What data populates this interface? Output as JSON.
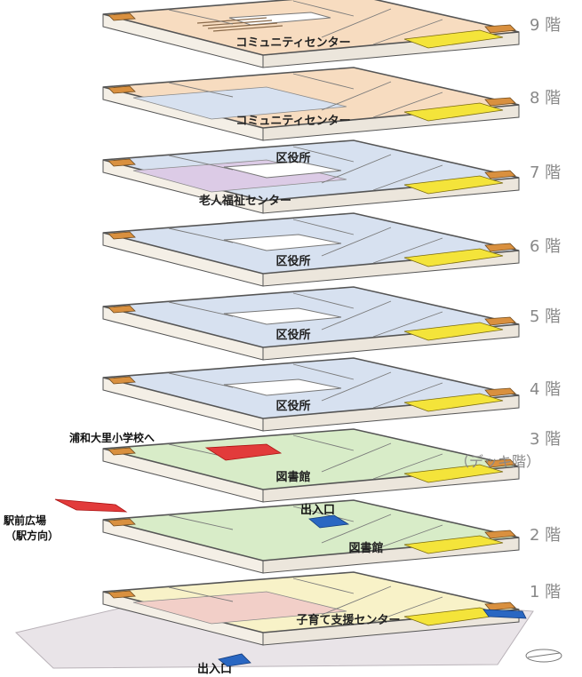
{
  "floors": [
    {
      "level_label": "9 階",
      "label": "コミュニティセンター",
      "fill": "#f7dcc0"
    },
    {
      "level_label": "8 階",
      "label": "コミュニティセンター",
      "fill": "#f7dcc0",
      "secondary_fill": "#d7e1f0"
    },
    {
      "level_label": "7 階",
      "label": "区役所",
      "label2": "老人福祉センター",
      "fill": "#d7e1f0",
      "secondary_fill": "#dccbe6"
    },
    {
      "level_label": "6 階",
      "label": "区役所",
      "fill": "#d7e1f0"
    },
    {
      "level_label": "5 階",
      "label": "区役所",
      "fill": "#d7e1f0"
    },
    {
      "level_label": "4 階",
      "label": "区役所",
      "fill": "#d7e1f0"
    },
    {
      "level_label": "3 階",
      "sublabel": "（デッキ階）",
      "label": "図書館",
      "fill": "#d8ecc8"
    },
    {
      "level_label": "2 階",
      "label": "図書館",
      "fill": "#d8ecc8"
    },
    {
      "level_label": "1 階",
      "label": "子育て支援センター",
      "fill": "#f8f2c8",
      "secondary_fill": "#f2cfc8"
    }
  ],
  "annotations": {
    "urawa": "浦和大里小学校へ",
    "station_line1": "駅前広場",
    "station_line2": "（駅方向）",
    "entrance_upper": "出入口",
    "entrance_lower": "出入口"
  },
  "colors": {
    "wall": "#555555",
    "service_yellow": "#f4e43a",
    "stair_orange": "#d9903f",
    "arrow_red": "#e23b3b",
    "arrow_blue": "#2a67c2",
    "ground": "#e9e4e8",
    "level_text": "#888888"
  }
}
